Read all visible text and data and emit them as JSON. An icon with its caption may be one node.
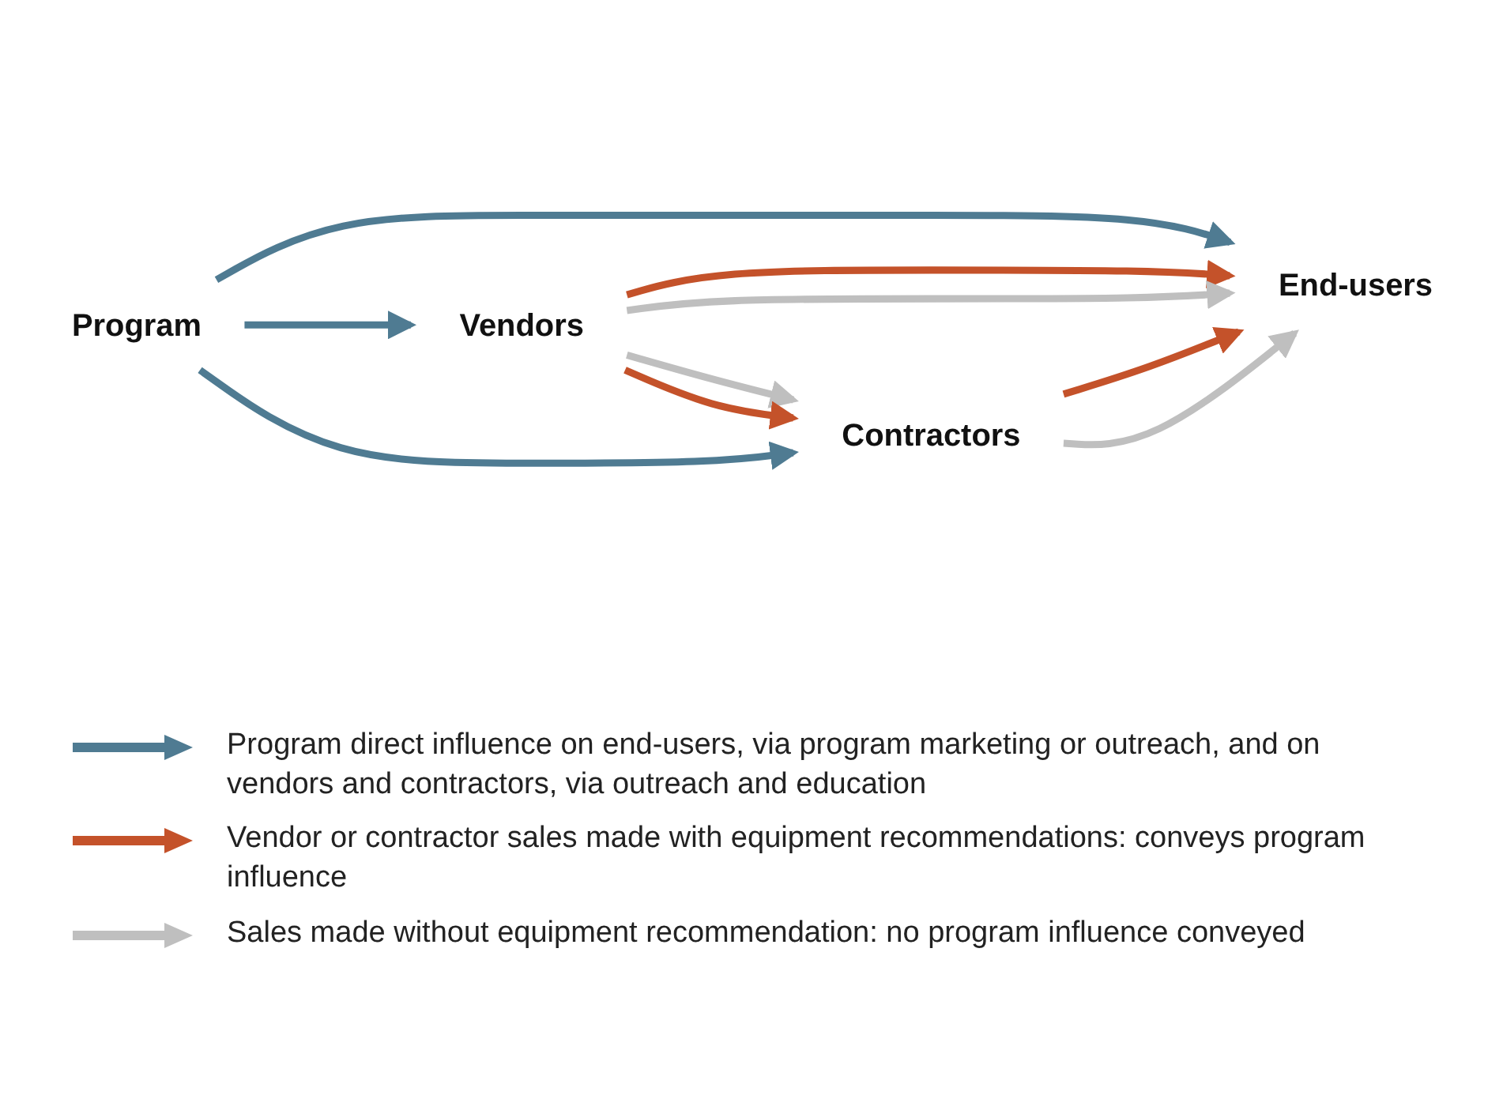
{
  "diagram": {
    "nodes": [
      {
        "text": [
          "Program"
        ]
      },
      {
        "text": [
          "Vendors"
        ]
      },
      {
        "text": [
          "End-users"
        ]
      },
      {
        "text": [
          "Contractors"
        ]
      }
    ],
    "edges": [
      {
        "from": 0,
        "to": 2,
        "arrow": "to",
        "color": "#4f7b92"
      },
      {
        "from": 0,
        "to": 1,
        "arrow": "to",
        "color": "#4f7b92"
      },
      {
        "from": 0,
        "to": 3,
        "arrow": "to",
        "color": "#4f7b92"
      },
      {
        "from": 1,
        "to": 2,
        "arrow": "to",
        "color": "#c4522a"
      },
      {
        "from": 1,
        "to": 2,
        "arrow": "to",
        "color": "#bfbfbf"
      },
      {
        "from": 1,
        "to": 3,
        "arrow": "to",
        "color": "#bfbfbf"
      },
      {
        "from": 1,
        "to": 3,
        "arrow": "to",
        "color": "#c4522a"
      },
      {
        "from": 3,
        "to": 2,
        "arrow": "to",
        "color": "#c4522a"
      },
      {
        "from": 3,
        "to": 2,
        "arrow": "to",
        "color": "#bfbfbf"
      }
    ],
    "legend": [
      {
        "text": "Program direct influence on end-users, via program marketing or outreach, and on vendors and contractors, via outreach and education",
        "color": "#4f7b92"
      },
      {
        "text": "Vendor or contractor sales made with equipment recommendations: conveys program influence",
        "color": "#c4522a"
      },
      {
        "text": "Sales made without equipment recommendation: no program influence conveyed",
        "color": "#bfbfbf"
      }
    ]
  }
}
